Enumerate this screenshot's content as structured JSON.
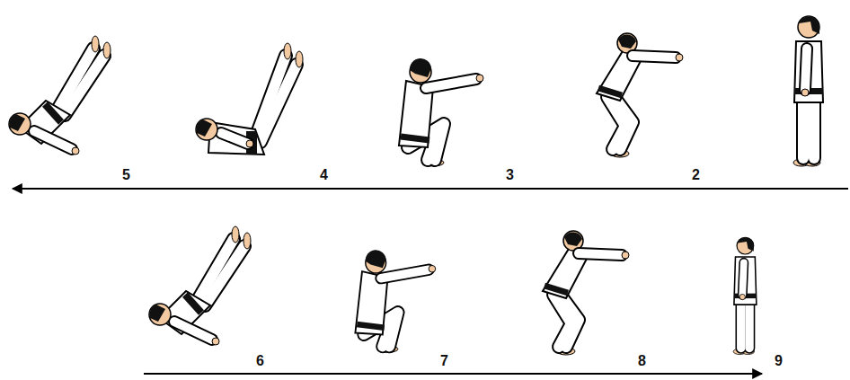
{
  "diagram": {
    "labels": [
      "5",
      "4",
      "3",
      "2",
      "6",
      "7",
      "8",
      "9"
    ]
  }
}
